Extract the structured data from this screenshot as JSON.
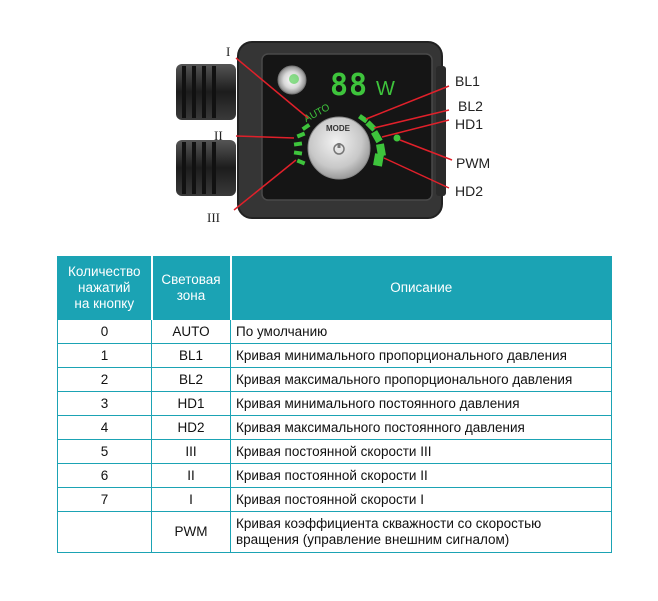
{
  "diagram": {
    "display_digits": "88",
    "display_unit": "W",
    "auto_label": "AUTO",
    "mode_label": "MODE",
    "callouts": {
      "I": "I",
      "II": "II",
      "III": "III",
      "BL1": "BL1",
      "BL2": "BL2",
      "HD1": "HD1",
      "PWM": "PWM",
      "HD2": "HD2"
    },
    "colors": {
      "body": "#333333",
      "panel": "#161616",
      "led_green": "#3ec43c",
      "pointer_red": "#e0202a"
    }
  },
  "table": {
    "headers": {
      "count": [
        "Количество",
        "нажатий",
        "на кнопку"
      ],
      "zone": [
        "Световая",
        "зона"
      ],
      "desc": "Описание"
    },
    "rows": [
      {
        "count": "0",
        "zone": "AUTO",
        "desc": "По умолчанию"
      },
      {
        "count": "1",
        "zone": "BL1",
        "desc": "Кривая минимального пропорционального давления"
      },
      {
        "count": "2",
        "zone": "BL2",
        "desc": "Кривая максимального пропорционального давления"
      },
      {
        "count": "3",
        "zone": "HD1",
        "desc": "Кривая минимального постоянного давления"
      },
      {
        "count": "4",
        "zone": "HD2",
        "desc": "Кривая максимального постоянного давления"
      },
      {
        "count": "5",
        "zone": "III",
        "desc": "Кривая постоянной скорости III"
      },
      {
        "count": "6",
        "zone": "II",
        "desc": "Кривая постоянной скорости II"
      },
      {
        "count": "7",
        "zone": "I",
        "desc": "Кривая постоянной скорости I"
      },
      {
        "count": "",
        "zone": "PWM",
        "desc": [
          "Кривая коэффициента скважности со скоростью",
          "вращения (управление внешним сигналом)"
        ]
      }
    ],
    "colors": {
      "header_bg": "#1ba3b4",
      "border": "#1ba3b4"
    }
  }
}
